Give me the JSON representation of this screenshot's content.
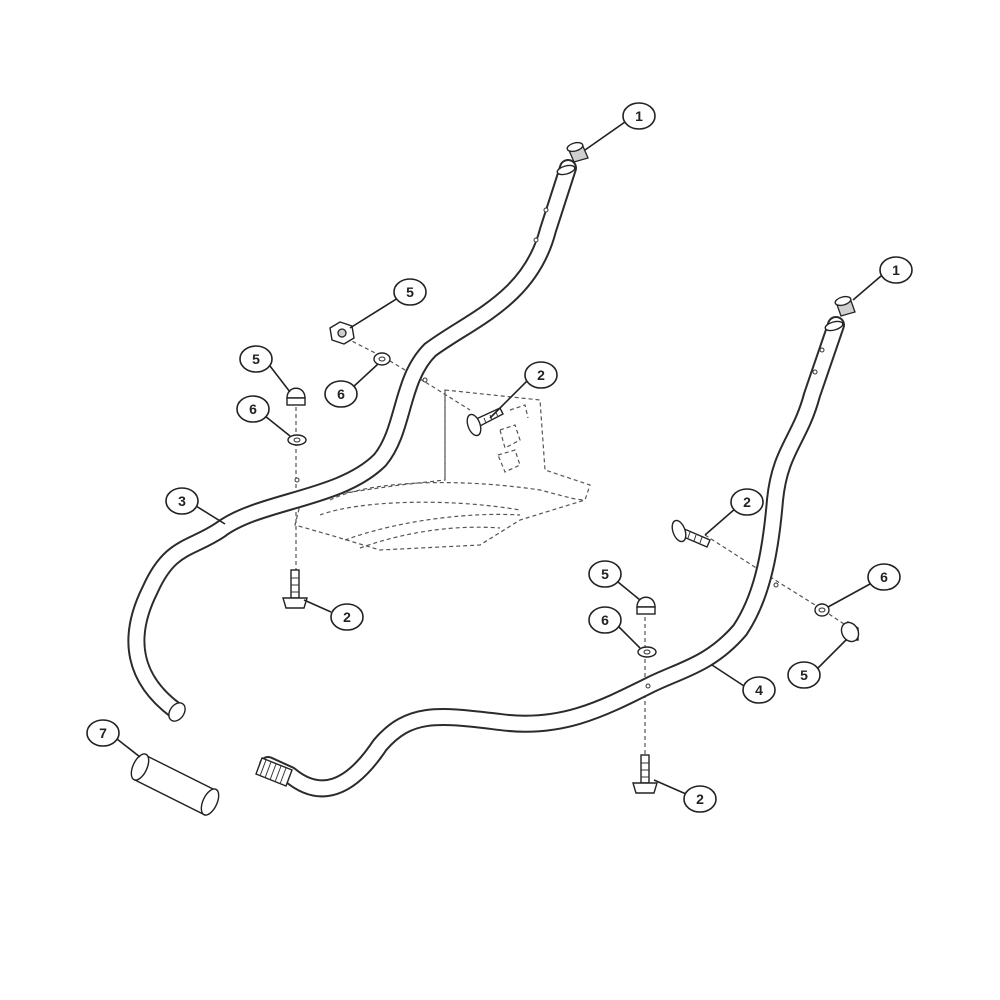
{
  "diagram": {
    "callouts": [
      {
        "id": "c1a",
        "label": "1"
      },
      {
        "id": "c1b",
        "label": "1"
      },
      {
        "id": "c2a",
        "label": "2"
      },
      {
        "id": "c2b",
        "label": "2"
      },
      {
        "id": "c2c",
        "label": "2"
      },
      {
        "id": "c2d",
        "label": "2"
      },
      {
        "id": "c3",
        "label": "3"
      },
      {
        "id": "c4",
        "label": "4"
      },
      {
        "id": "c5a",
        "label": "5"
      },
      {
        "id": "c5b",
        "label": "5"
      },
      {
        "id": "c5c",
        "label": "5"
      },
      {
        "id": "c5d",
        "label": "5"
      },
      {
        "id": "c6a",
        "label": "6"
      },
      {
        "id": "c6b",
        "label": "6"
      },
      {
        "id": "c6c",
        "label": "6"
      },
      {
        "id": "c6d",
        "label": "6"
      },
      {
        "id": "c7",
        "label": "7"
      }
    ]
  }
}
